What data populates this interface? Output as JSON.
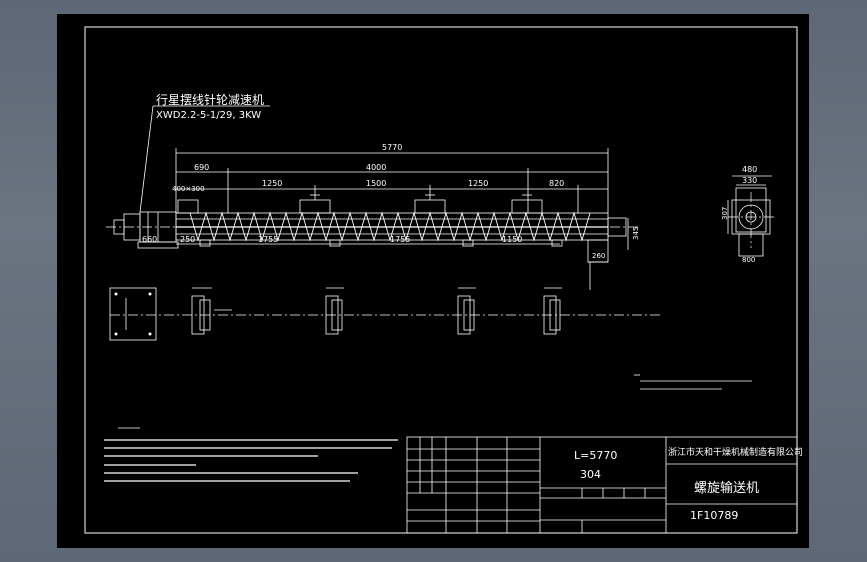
{
  "drawing": {
    "motor_label_line1": "行星摆线针轮减速机",
    "motor_label_line2": "XWD2.2-5-1/29, 3KW",
    "dimensions": {
      "overall": "5770",
      "d690": "690",
      "d4000": "4000",
      "d400x300": "400×300",
      "d1250a": "1250",
      "d1500": "1500",
      "d1250b": "1250",
      "d820": "820",
      "d660": "660",
      "d250": "250",
      "d1755a": "1755",
      "d1755b": "1755",
      "d1150": "1150",
      "d345": "345",
      "d260": "260",
      "side_480": "480",
      "side_330": "330",
      "side_307": "307",
      "side_800": "800"
    }
  },
  "title_block": {
    "length_spec": "L=5770",
    "material": "304",
    "company": "浙江市天和干燥机械制造有限公司",
    "product_name": "螺旋输送机",
    "drawing_number": "1F10789"
  }
}
